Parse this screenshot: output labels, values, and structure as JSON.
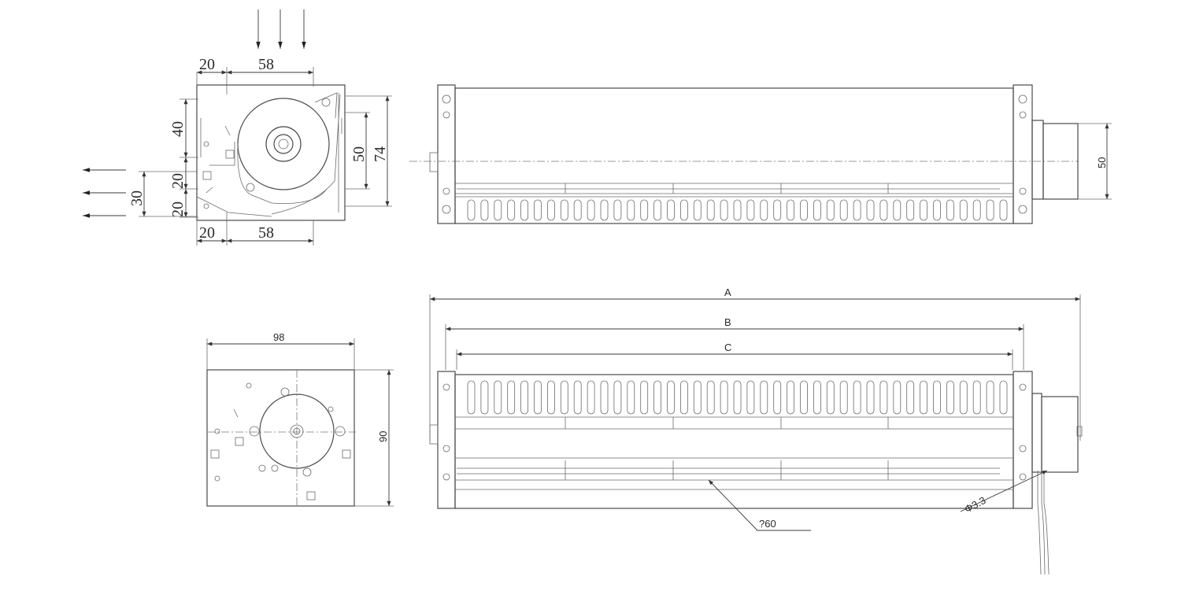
{
  "drawing": {
    "top_left_view": {
      "dim_top_20": "20",
      "dim_top_58": "58",
      "dim_bottom_20": "20",
      "dim_bottom_58": "58",
      "dim_left_40": "40",
      "dim_left_20": "20",
      "dim_left_20b": "20",
      "dim_outer_30": "30",
      "dim_right_50": "50",
      "dim_right_74": "74"
    },
    "top_right_view": {
      "dim_motor_50": "50"
    },
    "bottom_left_view": {
      "dim_width_98": "98",
      "dim_height_90": "90"
    },
    "bottom_right_view": {
      "dim_A": "A",
      "dim_B": "B",
      "dim_C": "C",
      "dim_hole": "Φ3.3",
      "dim_dia": "?60"
    }
  }
}
